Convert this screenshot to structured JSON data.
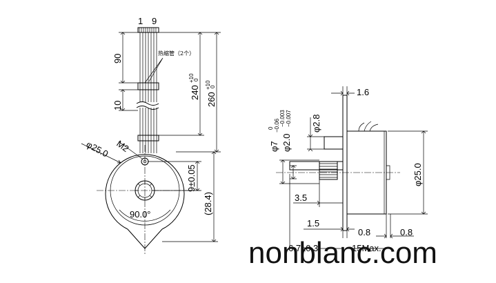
{
  "labels": {
    "pin_first": "1",
    "pin_last": "9",
    "len_90": "90",
    "len_10": "10",
    "heat_shrink_note": "热缩管（2个）",
    "lead_240": "240",
    "lead_260": "260",
    "lead_tol_plus": "+10",
    "lead_tol_zero": "0",
    "screw_m2": "M2",
    "dia_25_front": "φ25.0",
    "offset_9": "9±0.05",
    "height_28_4": "(28.4)",
    "angle_90": "90.0°",
    "shaft_2_8": "φ2.8",
    "boss_7": "φ7",
    "boss_7_tol_upper": "0",
    "boss_7_tol_lower": "−0.06",
    "shaft_2_0": "φ2.0",
    "shaft_2_0_tol_upper": "−0.003",
    "shaft_2_0_tol_lower": "−0.007",
    "flange_1_6": "1.6",
    "dia_25_side": "φ25.0",
    "len_3_5": "3.5",
    "len_1_5": "1.5",
    "len_0_8_left": "0.8",
    "len_0_8_right": "0.8",
    "len_6_7": "6.7±0.3",
    "len_15_max": "15Max."
  },
  "watermark": "nonblanc.com"
}
